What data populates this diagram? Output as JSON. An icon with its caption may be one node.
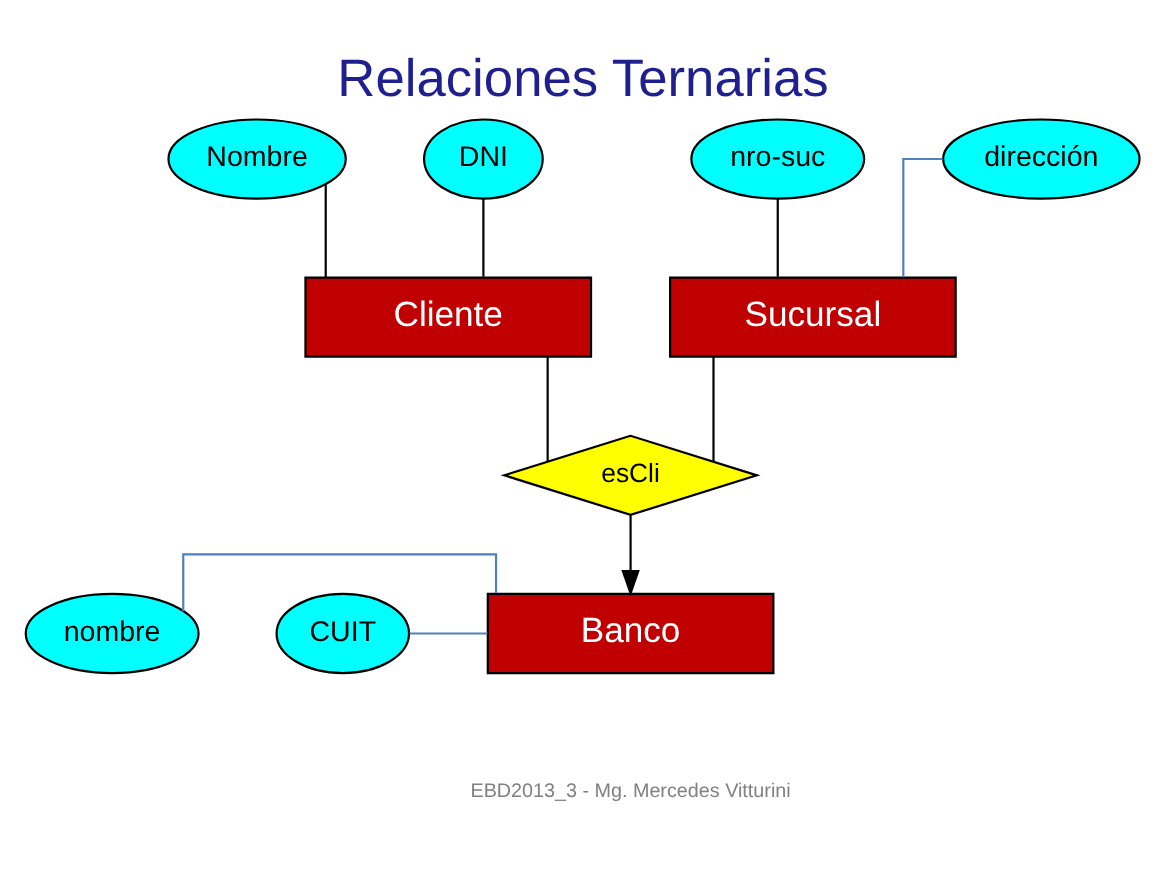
{
  "diagram": {
    "title": "Relaciones Ternarias",
    "nodes": [
      {
        "text": [
          "Nombre"
        ]
      },
      {
        "text": [
          "DNI"
        ]
      },
      {
        "text": [
          "nro-suc"
        ]
      },
      {
        "text": [
          "dirección"
        ]
      },
      {
        "text": [
          "Cliente"
        ]
      },
      {
        "text": [
          "Sucursal"
        ]
      },
      {
        "text": [
          "esCli"
        ]
      },
      {
        "text": [
          "nombre"
        ]
      },
      {
        "text": [
          "CUIT"
        ]
      },
      {
        "text": [
          "Banco"
        ]
      }
    ],
    "edges": [
      {
        "from": 0,
        "to": 4,
        "arrow": "none"
      },
      {
        "from": 1,
        "to": 4,
        "arrow": "none"
      },
      {
        "from": 3,
        "to": 5,
        "arrow": "none",
        "color": "#4f81bd"
      },
      {
        "from": 2,
        "to": 5,
        "arrow": "none"
      },
      {
        "from": 4,
        "to": 6,
        "arrow": "none"
      },
      {
        "from": 5,
        "to": 6,
        "arrow": "none"
      },
      {
        "from": 6,
        "to": 9,
        "arrow": "to"
      },
      {
        "from": 7,
        "to": 9,
        "arrow": "none",
        "color": "#4f81bd"
      },
      {
        "from": 8,
        "to": 9,
        "arrow": "none",
        "color": "#4f81bd"
      }
    ],
    "labels": [
      "EBD2013_3 - Mg. Mercedes Vitturini"
    ]
  }
}
